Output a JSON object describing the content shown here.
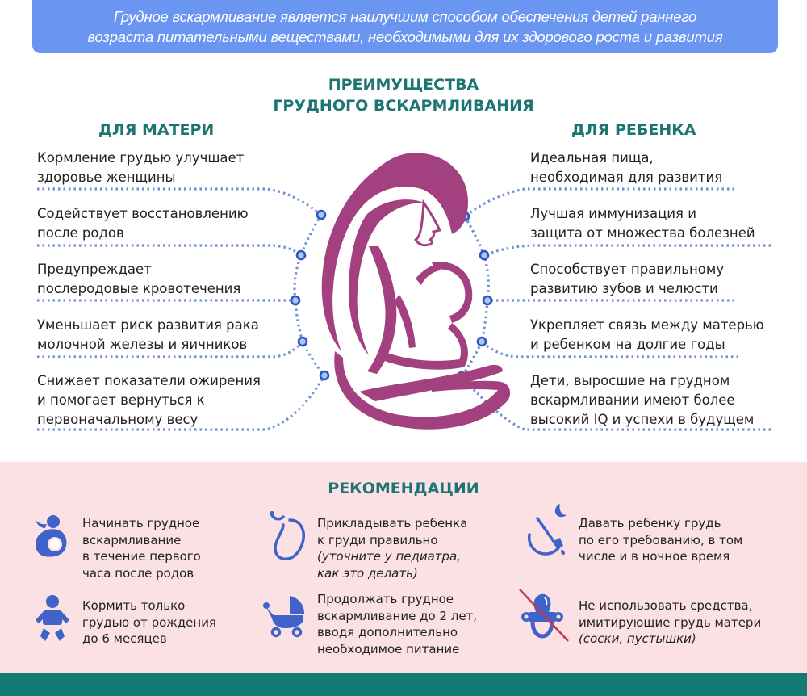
{
  "banner": {
    "lines": [
      "Грудное вскармливание является наилучшим способом обеспечения детей раннего",
      "возраста питательными веществами, необходимыми для их здорового роста и развития"
    ]
  },
  "title": {
    "lines": [
      "ПРЕИМУЩЕСТВА",
      "ГРУДНОГО ВСКАРМЛИВАНИЯ"
    ]
  },
  "for_mother": {
    "heading": "ДЛЯ МАТЕРИ",
    "items": [
      {
        "lines": [
          "Кормление грудью улучшает",
          "здоровье женщины"
        ]
      },
      {
        "lines": [
          "Содействует восстановлению",
          "после родов"
        ]
      },
      {
        "lines": [
          "Предупреждает",
          "послеродовые кровотечения"
        ]
      },
      {
        "lines": [
          "Уменьшает риск развития рака",
          "молочной железы и яичников"
        ]
      },
      {
        "lines": [
          "Снижает показатели ожирения",
          "и помогает вернуться к",
          "первоначальному весу"
        ]
      }
    ]
  },
  "for_child": {
    "heading": "ДЛЯ РЕБЕНКА",
    "items": [
      {
        "lines": [
          "Идеальная пища,",
          "необходимая для развития"
        ]
      },
      {
        "lines": [
          "Лучшая иммунизация и",
          "защита от множества болезней"
        ]
      },
      {
        "lines": [
          "Способствует правильному",
          "развитию зубов и челюсти"
        ]
      },
      {
        "lines": [
          "Укрепляет связь между матерью",
          "и ребенком на долгие годы"
        ]
      },
      {
        "lines": [
          "Дети, выросшие на грудном",
          "вскармливании имеют более",
          "высокий IQ и успехи в будущем"
        ]
      }
    ]
  },
  "recommendations": {
    "heading": "РЕКОМЕНДАЦИИ",
    "items": [
      {
        "icon": "breastfeeding-mother-icon",
        "lines": [
          "Начинать грудное",
          "вскармливание",
          "в течение первого",
          "часа после родов"
        ],
        "note": []
      },
      {
        "icon": "breast-latch-icon",
        "lines": [
          "Прикладывать ребенка",
          "к груди правильно"
        ],
        "note": [
          "(уточните у педиатра,",
          "как это делать)"
        ]
      },
      {
        "icon": "night-feeding-icon",
        "lines": [
          "Давать ребенку грудь",
          "по его требованию, в том",
          "числе и в ночное время"
        ],
        "note": []
      },
      {
        "icon": "baby-icon",
        "lines": [
          "Кормить только",
          "грудью от рождения",
          "до 6 месяцев"
        ],
        "note": []
      },
      {
        "icon": "stroller-icon",
        "lines": [
          "Продолжать грудное",
          "вскармливание до 2 лет,",
          "вводя дополнительно",
          "необходимое питание"
        ],
        "note": []
      },
      {
        "icon": "no-pacifier-icon",
        "lines": [
          "Не использовать средства,",
          "имитирующие грудь матери"
        ],
        "note": [
          "(соски, пустышки)"
        ]
      }
    ]
  },
  "colors": {
    "banner": "#6a96f2",
    "heading_teal": "#1c7573",
    "figure_magenta": "#a3407f",
    "dot_blue": "#2f55c0",
    "dot_fill": "#9ec0f0",
    "rec_bg": "#fbe1e4",
    "icon_blue": "#3f63c9",
    "footer_teal": "#137a76"
  }
}
